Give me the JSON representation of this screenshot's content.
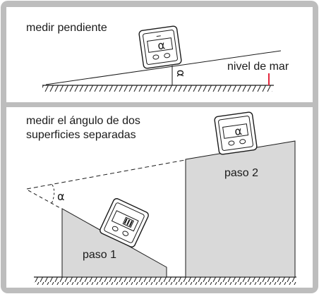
{
  "top_panel": {
    "title": "medir pendiente",
    "sea_level_label": "nivel de mar",
    "angle_symbol": "α",
    "device_display": "α"
  },
  "bottom_panel": {
    "title_line1": "medir el ángulo de dos",
    "title_line2": "superficies separadas",
    "angle_symbol": "α",
    "step1_label": "paso 1",
    "step2_label": "paso 2",
    "device2_display": "α"
  },
  "colors": {
    "frame": "#bdbdbd",
    "panel": "#ffffff",
    "block_fill": "#d9d9d9",
    "ink": "#1a1a1a",
    "sea_level_marker": "#e3263c"
  }
}
